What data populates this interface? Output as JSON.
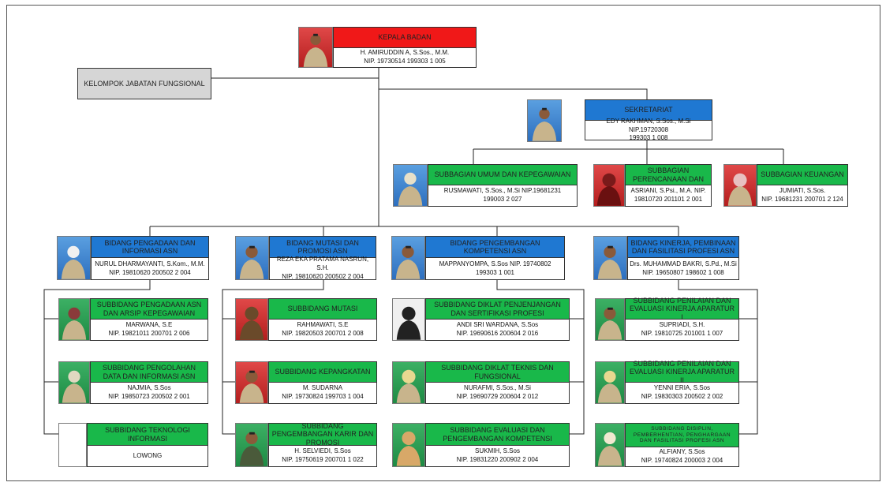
{
  "kepala": {
    "title": "KEPALA BADAN",
    "name": "H. AMIRUDDIN A, S.Sos., M.M.",
    "nip": "NIP. 19730514 199303 1 005"
  },
  "fungsional": {
    "title": "KELOMPOK JABATAN FUNGSIONAL"
  },
  "sekretariat": {
    "title": "SEKRETARIAT",
    "name": "EDY RAKHMAN, S.Sos., M.Si NIP.19720308",
    "nip": "199303 1 008"
  },
  "subbagian": [
    {
      "title": "SUBBAGIAN UMUM DAN KEPEGAWAIAN",
      "name": "RUSMAWATI, S.Sos., M.Si NIP.19681231",
      "nip": "199003 2 027"
    },
    {
      "title": "SUBBAGIAN PERENCANAAN DAN",
      "name": "ASRIANI, S.Psi., M.A. NIP.",
      "nip": "19810720 201101 2 001"
    },
    {
      "title": "SUBBAGIAN KEUANGAN",
      "name": "JUMIATI, S.Sos.",
      "nip": "NIP. 19681231 200701 2 124"
    }
  ],
  "bidang": [
    {
      "title": "BIDANG PENGADAAN DAN INFORMASI ASN",
      "name": "NURUL DHARMAYANTI, S.Kom., M.M.",
      "nip": "NIP. 19810620 200502 2 004"
    },
    {
      "title": "BIDANG MUTASI DAN PROMOSI ASN",
      "name": "REZA EKA PRATAMA NASRUN, S.H.",
      "nip": "NIP. 19810620 200502 2 004"
    },
    {
      "title": "BIDANG PENGEMBANGAN KOMPETENSI ASN",
      "name": "MAPPANYOMPA, S.Sos NIP. 19740802",
      "nip": "199303 1 001"
    },
    {
      "title": "BIDANG KINERJA, PEMBINAAN DAN FASILITASI PROFESI ASN",
      "name": "Drs. MUHAMMAD BAKRI, S.Pd., M.Si",
      "nip": "NIP. 19650807 198602 1 008"
    }
  ],
  "subbidang": [
    [
      {
        "title": "SUBBIDANG PENGADAAN ASN DAN ARSIP KEPEGAWAIAN",
        "name": "MARWANA, S.E",
        "nip": "NIP. 19821011 200701 2 006"
      },
      {
        "title": "SUBBIDANG PENGOLAHAN DATA DAN INFORMASI ASN",
        "name": "NAJMIA, S.Sos",
        "nip": "NIP. 19850723 200502 2 001"
      },
      {
        "title": "SUBBIDANG TEKNOLOGI INFORMASI",
        "name": "LOWONG",
        "nip": ""
      }
    ],
    [
      {
        "title": "SUBBIDANG MUTASI",
        "name": "RAHMAWATI, S.E",
        "nip": "NIP. 19820503 200701 2 008"
      },
      {
        "title": "SUBBIDANG KEPANGKATAN",
        "name": "M. SUDARNA",
        "nip": "NIP. 19730824 199703 1 004"
      },
      {
        "title": "SUBBIDANG PENGEMBANGAN KARIR DAN PROMOSI",
        "name": "H. SELVIEDI, S.Sos",
        "nip": "NIP. 19750619 200701 1 022"
      }
    ],
    [
      {
        "title": "SUBBIDANG DIKLAT PENJENJANGAN DAN SERTIFIKASI PROFESI",
        "name": "ANDI SRI WARDANA, S.Sos",
        "nip": "NIP. 19690616 200604 2 016"
      },
      {
        "title": "SUBBIDANG DIKLAT TEKNIS DAN FUNGSIONAL",
        "name": "NURAFMI, S.Sos., M.Si",
        "nip": "NIP. 19690729 200604 2 012"
      },
      {
        "title": "SUBBIDANG EVALUASI DAN PENGEMBANGAN KOMPETENSI",
        "name": "SUKMIH, S.Sos",
        "nip": "NIP. 19831220 200902 2 004"
      }
    ],
    [
      {
        "title": "SUBBIDANG PENILAIAN DAN EVALUASI KINERJA APARATUR I",
        "name": "SUPRIADI, S.H.",
        "nip": "NIP. 19810725 201001 1 007"
      },
      {
        "title": "SUBBIDANG PENILAIAN DAN EVALUASI KINERJA APARATUR II",
        "name": "YENNI ERIA, S.Sos",
        "nip": "NIP. 19830303 200502 2 002"
      },
      {
        "title": "SUBBIDANG DISIPLIN, PEMBERHENTIAN, PENGHARGAAN DAN FASILITASI PROFESI ASN",
        "name": "ALFIANY, S.Sos",
        "nip": "NIP. 19740824 200003 2 004"
      }
    ]
  ],
  "colors": {
    "red": "#f01818",
    "blue": "#1f78d2",
    "green": "#19b84a",
    "gray": "#d6d6d6"
  }
}
